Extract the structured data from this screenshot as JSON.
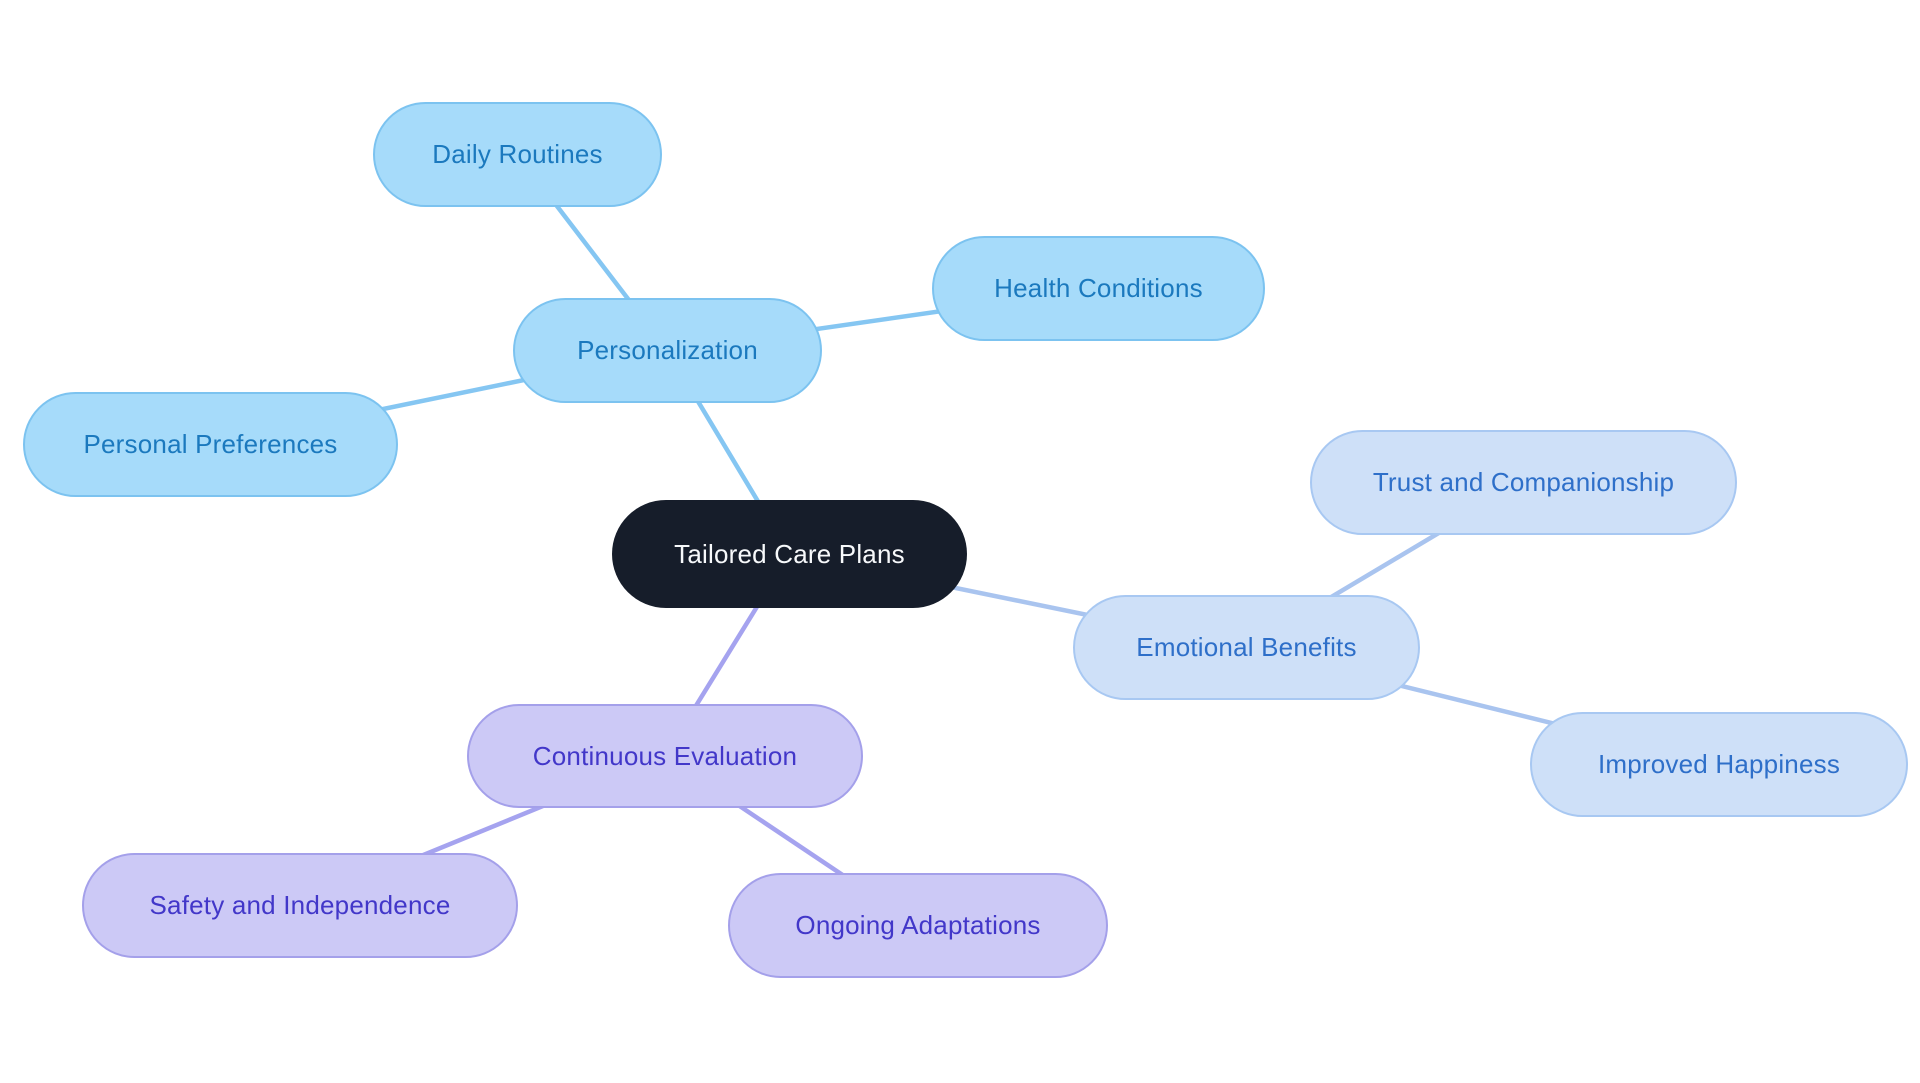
{
  "diagram": {
    "type": "mindmap",
    "central": {
      "id": "central",
      "label": "Tailored Care Plans"
    },
    "branches": [
      {
        "id": "personalization",
        "label": "Personalization",
        "children": [
          {
            "id": "daily-routines",
            "label": "Daily Routines"
          },
          {
            "id": "health-conditions",
            "label": "Health Conditions"
          },
          {
            "id": "personal-preferences",
            "label": "Personal Preferences"
          }
        ]
      },
      {
        "id": "emotional-benefits",
        "label": "Emotional Benefits",
        "children": [
          {
            "id": "trust-and-companionship",
            "label": "Trust and Companionship"
          },
          {
            "id": "improved-happiness",
            "label": "Improved Happiness"
          }
        ]
      },
      {
        "id": "continuous-evaluation",
        "label": "Continuous Evaluation",
        "children": [
          {
            "id": "safety-and-independence",
            "label": "Safety and Independence"
          },
          {
            "id": "ongoing-adaptations",
            "label": "Ongoing Adaptations"
          }
        ]
      }
    ]
  },
  "colors": {
    "background": "#ffffff",
    "central-fill": "#161d2a",
    "central-text": "#f7f9fb",
    "b1-fill": "#a6dbfa",
    "b1-border": "#7cc3f0",
    "b1-text": "#1b79be",
    "b1-edge": "#85c6f2",
    "b2-fill": "#cee0f8",
    "b2-border": "#a8c8f2",
    "b2-text": "#2e6fc9",
    "b2-edge": "#a9c4ef",
    "b3-fill": "#ccc9f6",
    "b3-border": "#a4a0ea",
    "b3-text": "#4237c9",
    "b3-edge": "#a5a3ef"
  }
}
